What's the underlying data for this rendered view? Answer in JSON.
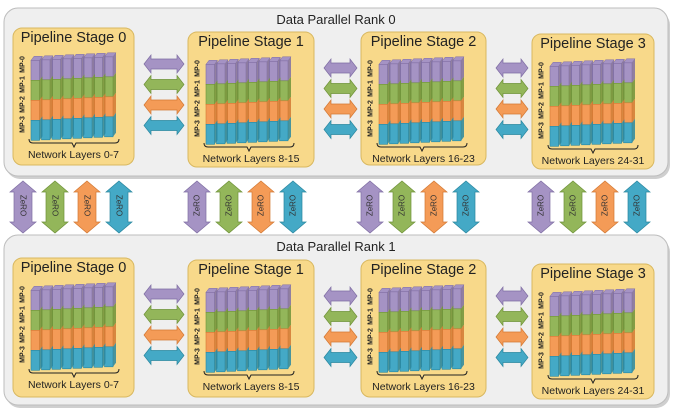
{
  "diagram": {
    "title": "3D parallelism: data, pipeline and model parallel with ZeRO",
    "colors": {
      "outer_box_fill": "#efefef",
      "outer_box_stroke": "#bdbdbd",
      "stage_box_fill": "#f8d98a",
      "stage_box_stroke": "#d8b860",
      "mp": [
        "#a593c4",
        "#93b65a",
        "#f49b57",
        "#44a9c6"
      ],
      "mp_dark": [
        "#7f6ea3",
        "#6f9238",
        "#d27833",
        "#2a879f"
      ]
    },
    "mp_labels": [
      "MP-0",
      "MP-1",
      "MP-2",
      "MP-3"
    ],
    "zero_label": "ZeRO",
    "ranks": [
      {
        "title": "Data Parallel Rank 0",
        "stages": [
          {
            "title": "Pipeline Stage 0",
            "layers": "Network Layers 0-7"
          },
          {
            "title": "Pipeline Stage 1",
            "layers": "Network Layers 8-15"
          },
          {
            "title": "Pipeline Stage 2",
            "layers": "Network Layers 16-23"
          },
          {
            "title": "Pipeline Stage 3",
            "layers": "Network Layers 24-31"
          }
        ]
      },
      {
        "title": "Data Parallel Rank 1",
        "stages": [
          {
            "title": "Pipeline Stage 0",
            "layers": "Network Layers 0-7"
          },
          {
            "title": "Pipeline Stage 1",
            "layers": "Network Layers 8-15"
          },
          {
            "title": "Pipeline Stage 2",
            "layers": "Network Layers 16-23"
          },
          {
            "title": "Pipeline Stage 3",
            "layers": "Network Layers 24-31"
          }
        ]
      }
    ],
    "layers_per_stage": 8
  }
}
